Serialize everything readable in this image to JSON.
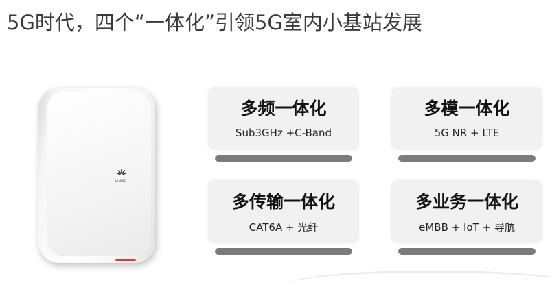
{
  "title": "5G时代，四个“一体化”引领5G室内小基站发展",
  "device": {
    "brand": "HUAWEI"
  },
  "cards": [
    {
      "heading": "多频一体化",
      "subtitle": "Sub3GHz +C-Band"
    },
    {
      "heading": "多模一体化",
      "subtitle": "5G NR + LTE"
    },
    {
      "heading": "多传输一体化",
      "subtitle": "CAT6A + 光纤"
    },
    {
      "heading": "多业务一体化",
      "subtitle": "eMBB + IoT + 导航"
    }
  ],
  "colors": {
    "led": "#e8323c",
    "bar": "#7b7b7b",
    "card": "#f1f1f1"
  }
}
